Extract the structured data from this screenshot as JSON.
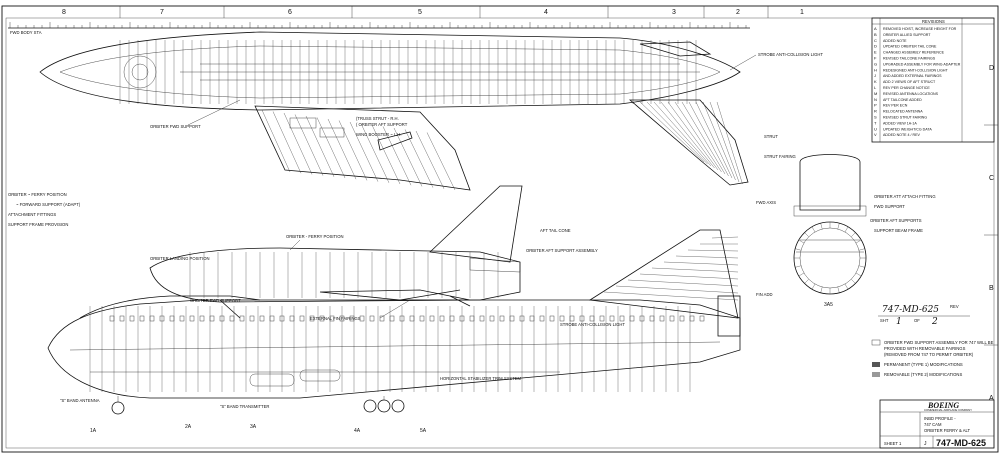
{
  "zone_numbers": [
    "8",
    "7",
    "6",
    "5",
    "4",
    "3",
    "2",
    "1"
  ],
  "zone_letters": [
    "D",
    "C",
    "B",
    "A"
  ],
  "revision_table": {
    "title": "REVISIONS",
    "letters": [
      "A",
      "B",
      "C",
      "D",
      "E",
      "F",
      "G",
      "H",
      "J",
      "K",
      "L",
      "M",
      "N",
      "P",
      "R",
      "S",
      "T",
      "U",
      "V"
    ],
    "rows": [
      "REMOVED HOIST, INCREASE HEIGHT FOR",
      "ORBITER ALLIED SUPPORT",
      "ADDED NOTE",
      "UPDATED ORBITER TAIL CONE",
      "CHANGED ASSEMBLY REFERENCE",
      "REVISED TAILCONE FAIRINGS",
      "UPGRADED ASSEMBLY FOR WING ADAPTER",
      "REDESIGNED ANTI-COLLISION LIGHT",
      "AND ADDED EXTERNAL FAIRINGS",
      "ADD 2 VIEWS OF AFT STRUCT",
      "REV PER CHANGE NOTICE",
      "REVISED ANTENNA LOCATIONS",
      "AFT TAILCONE ADDED",
      "REV PER ECN",
      "RELOCATED ANTENNA",
      "REVISED STRUT FAIRING",
      "ADDED VIEW 1A-1A",
      "UPDATED WEIGHT/CG DATA",
      "ADDED NOTE 4 / REV"
    ]
  },
  "top_labels": {
    "anti_collision_upper": "STROBE ANTI-COLLISION LIGHT",
    "orbiter_fwd_support": "ORBITER FWD SUPPORT",
    "strut_fairing": "STRUT FAIRING",
    "strut": "STRUT",
    "aft_fairing": "FWD AXIS",
    "left_notes": [
      "ORBITER ~ FERRY POSITION",
      "~ FORWARD SUPPORT (ADAPT)",
      "ATTACHMENT FITTINGS",
      "SUPPORT FRAME PROVISION"
    ],
    "nose_note": "FWD BODY STA",
    "center_note_1": "(TRUSS STRUT - R.H.",
    "center_note_2": "( ORBITER AFT SUPPORT",
    "center_note_3": "WING BOOSTER ~ L.H."
  },
  "side_labels": {
    "orbiter_ferry": "ORBITER - FERRY POSITION",
    "tail_cone": "AFT TAIL CONE",
    "aft_support": "ORBITER AFT SUPPORT ASSEMBLY",
    "orbiter_fwd": "ORBITER FWD SUPPORT",
    "anti_collision": "STROBE ANTI-COLLISION LIGHT",
    "vertical_fin": "FIN ADD",
    "fin_fairing": "EXTERNAL FIN FAIRINGS",
    "antenna": "\"S\" BAND ANTENNA",
    "uhf_antenna": "\"S\" BAND TRANSMITTER",
    "stabilizer": "HORIZONTAL STABILIZER TRIM SYSTEM",
    "section_marks": [
      "1A",
      "2A",
      "3A",
      "4A",
      "5A"
    ],
    "nose_gear": "ORBITER LANDING POSITION"
  },
  "section_view": {
    "label": "3A5",
    "note_1": "ORBITER ATT ATTACH FITTING",
    "note_2": "FWD SUPPORT",
    "note_3": "ORBITER AFT SUPPORTS",
    "note_4": "SUPPORT BEAM FRAME"
  },
  "handwriting": {
    "ref": "747-MD-625",
    "rev": "REV",
    "sht": "SHT",
    "sht_num": "1",
    "of": "OF",
    "of_num": "2"
  },
  "legend": {
    "line1": "ORBITER FWD SUPPORT ASSEMBLY FOR 747 WILL BE",
    "line2": "PROVIDED WITH REMOVABLE FAIRINGS",
    "line3": "(REMOVED FROM 747 TO PERMIT ORBITER)",
    "item1": "PERMANENT (TYPE 1) MODIFICATIONS",
    "item2": "REMOVABLE (TYPE 2) MODIFICATIONS"
  },
  "title_block": {
    "company": "BOEING",
    "sub_company": "COMMERCIAL AIRPLANE COMPANY",
    "title_1": "INBD PROFILE -",
    "title_2": "747 CAM",
    "title_3": "ORBITER FERRY & ALT",
    "size": "J",
    "drawing_number": "747-MD-625",
    "sheet": "SHEET 1"
  }
}
